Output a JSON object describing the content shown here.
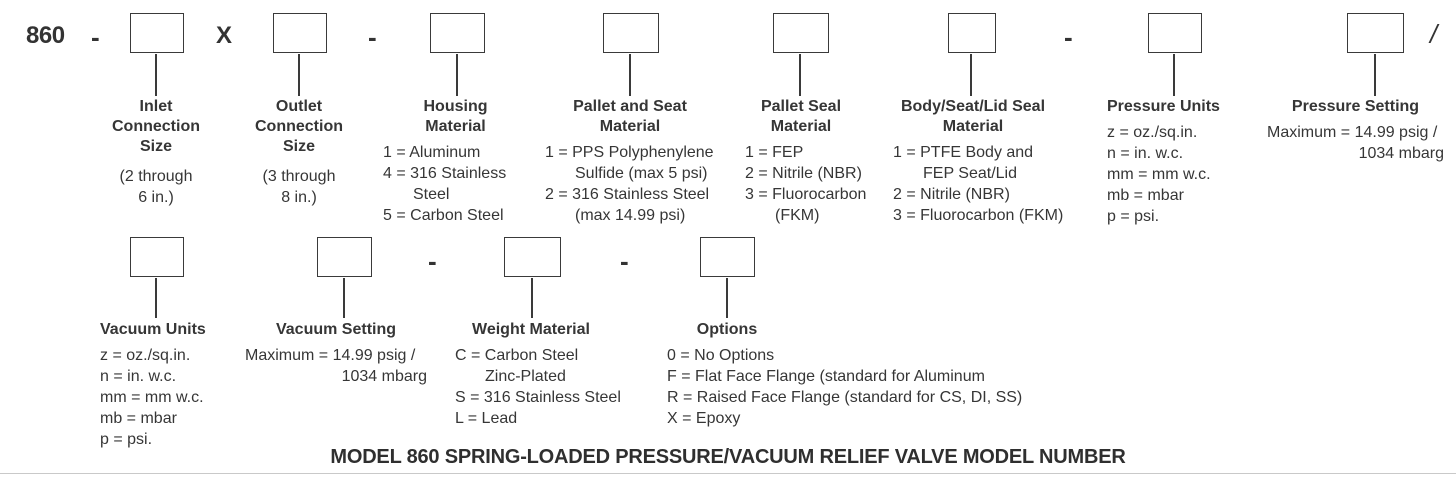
{
  "model": {
    "prefix": "860",
    "dash_after_prefix": "-",
    "size_separator": "X",
    "dash_after_outlet": "-",
    "dash_before_pressure_units": "-",
    "trailing_slash": "/",
    "vacuum_dash_1": "-",
    "vacuum_dash_2": "-"
  },
  "title": "MODEL 860 SPRING-LOADED PRESSURE/VACUUM RELIEF VALVE MODEL NUMBER",
  "top_fields": [
    {
      "id": "inlet-connection-size",
      "heading": [
        "Inlet",
        "Connection",
        "Size"
      ],
      "items": [
        {
          "t": "(2 through"
        },
        {
          "t": "6 in.)"
        }
      ]
    },
    {
      "id": "outlet-connection-size",
      "heading": [
        "Outlet",
        "Connection",
        "Size"
      ],
      "items": [
        {
          "t": "(3 through"
        },
        {
          "t": "8 in.)"
        }
      ]
    },
    {
      "id": "housing-material",
      "heading": [
        "Housing",
        "Material"
      ],
      "items": [
        {
          "t": "1 = Aluminum"
        },
        {
          "t": "4 = 316 Stainless"
        },
        {
          "t": "Steel",
          "style": "indent"
        },
        {
          "t": "5 = Carbon Steel"
        }
      ]
    },
    {
      "id": "pallet-and-seat-material",
      "heading": [
        "Pallet and Seat",
        "Material"
      ],
      "items": [
        {
          "t": "1 = PPS Polyphenylene"
        },
        {
          "t": "Sulfide (max 5 psi)",
          "style": "indent"
        },
        {
          "t": "2 = 316 Stainless Steel"
        },
        {
          "t": "(max 14.99 psi)",
          "style": "indent"
        }
      ]
    },
    {
      "id": "pallet-seal-material",
      "heading": [
        "Pallet Seal",
        "Material"
      ],
      "items": [
        {
          "t": "1 = FEP"
        },
        {
          "t": "2 = Nitrile (NBR)"
        },
        {
          "t": "3 = Fluorocarbon"
        },
        {
          "t": "(FKM)",
          "style": "indent"
        }
      ]
    },
    {
      "id": "body-seat-lid-seal-material",
      "heading": [
        "Body/Seat/Lid Seal",
        "Material"
      ],
      "items": [
        {
          "t": "1 = PTFE Body and"
        },
        {
          "t": "FEP Seat/Lid",
          "style": "indent"
        },
        {
          "t": "2 = Nitrile (NBR)"
        },
        {
          "t": "3 = Fluorocarbon (FKM)"
        }
      ]
    },
    {
      "id": "pressure-units",
      "heading": [
        "Pressure Units"
      ],
      "items": [
        {
          "t": "z = oz./sq.in."
        },
        {
          "t": "n = in. w.c."
        },
        {
          "t": "mm = mm w.c."
        },
        {
          "t": "mb = mbar"
        },
        {
          "t": "p = psi."
        }
      ]
    },
    {
      "id": "pressure-setting",
      "heading": [
        "Pressure Setting"
      ],
      "items": [
        {
          "t": "Maximum = 14.99 psig /"
        },
        {
          "t": "1034 mbarg",
          "style": "right"
        }
      ]
    }
  ],
  "bottom_fields": [
    {
      "id": "vacuum-units",
      "heading": [
        "Vacuum Units"
      ],
      "items": [
        {
          "t": "z = oz./sq.in."
        },
        {
          "t": "n = in. w.c."
        },
        {
          "t": "mm = mm w.c."
        },
        {
          "t": "mb = mbar"
        },
        {
          "t": "p = psi."
        }
      ]
    },
    {
      "id": "vacuum-setting",
      "heading": [
        "Vacuum Setting"
      ],
      "items": [
        {
          "t": "Maximum = 14.99 psig /"
        },
        {
          "t": "1034 mbarg",
          "style": "right"
        }
      ]
    },
    {
      "id": "weight-material",
      "heading": [
        "Weight Material"
      ],
      "items": [
        {
          "t": "C = Carbon Steel"
        },
        {
          "t": "Zinc-Plated",
          "style": "indent"
        },
        {
          "t": "S = 316 Stainless Steel"
        },
        {
          "t": "L = Lead"
        }
      ]
    },
    {
      "id": "options",
      "heading": [
        "Options"
      ],
      "items": [
        {
          "t": "0 = No Options"
        },
        {
          "t": "F = Flat Face Flange (standard for Aluminum"
        },
        {
          "t": "R = Raised Face Flange (standard for CS, DI, SS)"
        },
        {
          "t": "X = Epoxy"
        }
      ]
    }
  ]
}
